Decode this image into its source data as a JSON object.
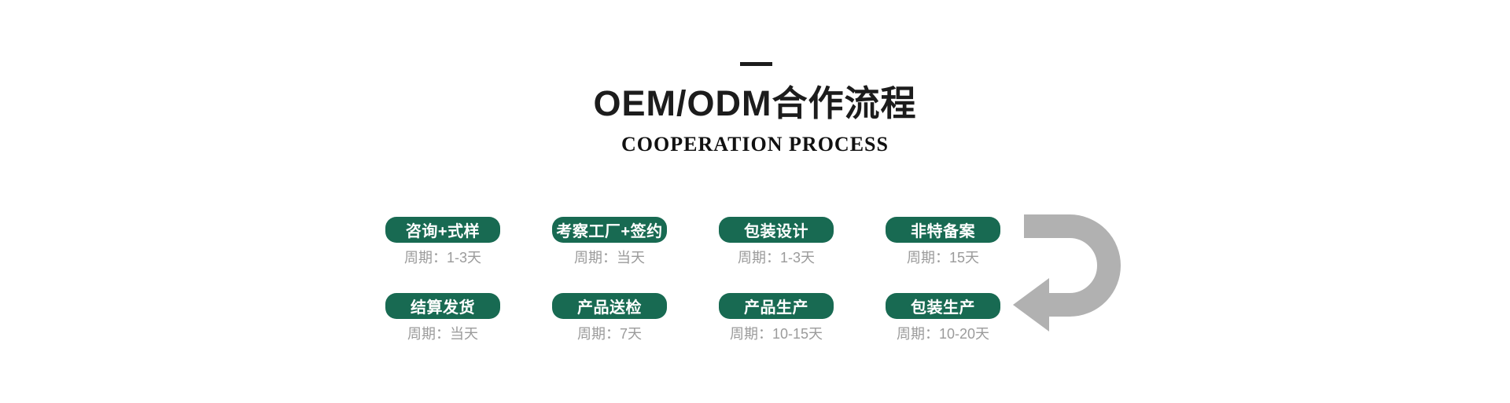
{
  "header": {
    "title": "OEM/ODM合作流程",
    "subtitle": "COOPERATION PROCESS"
  },
  "colors": {
    "accent_green": "#186a52",
    "arrow_gray": "#b1b1b1",
    "cycle_gray": "#9b9b9b",
    "ink_black": "#1c1c1c"
  },
  "process": {
    "steps": [
      {
        "label": "咨询+式样",
        "cycle": "周期：1-3天"
      },
      {
        "label": "考察工厂+签约",
        "cycle": "周期：当天"
      },
      {
        "label": "包装设计",
        "cycle": "周期：1-3天"
      },
      {
        "label": "非特备案",
        "cycle": "周期：15天"
      },
      {
        "label": "结算发货",
        "cycle": "周期：当天"
      },
      {
        "label": "产品送检",
        "cycle": "周期：7天"
      },
      {
        "label": "产品生产",
        "cycle": "周期：10-15天"
      },
      {
        "label": "包装生产",
        "cycle": "周期：10-20天"
      }
    ],
    "arrow_icon": "u-turn-left-arrow"
  }
}
